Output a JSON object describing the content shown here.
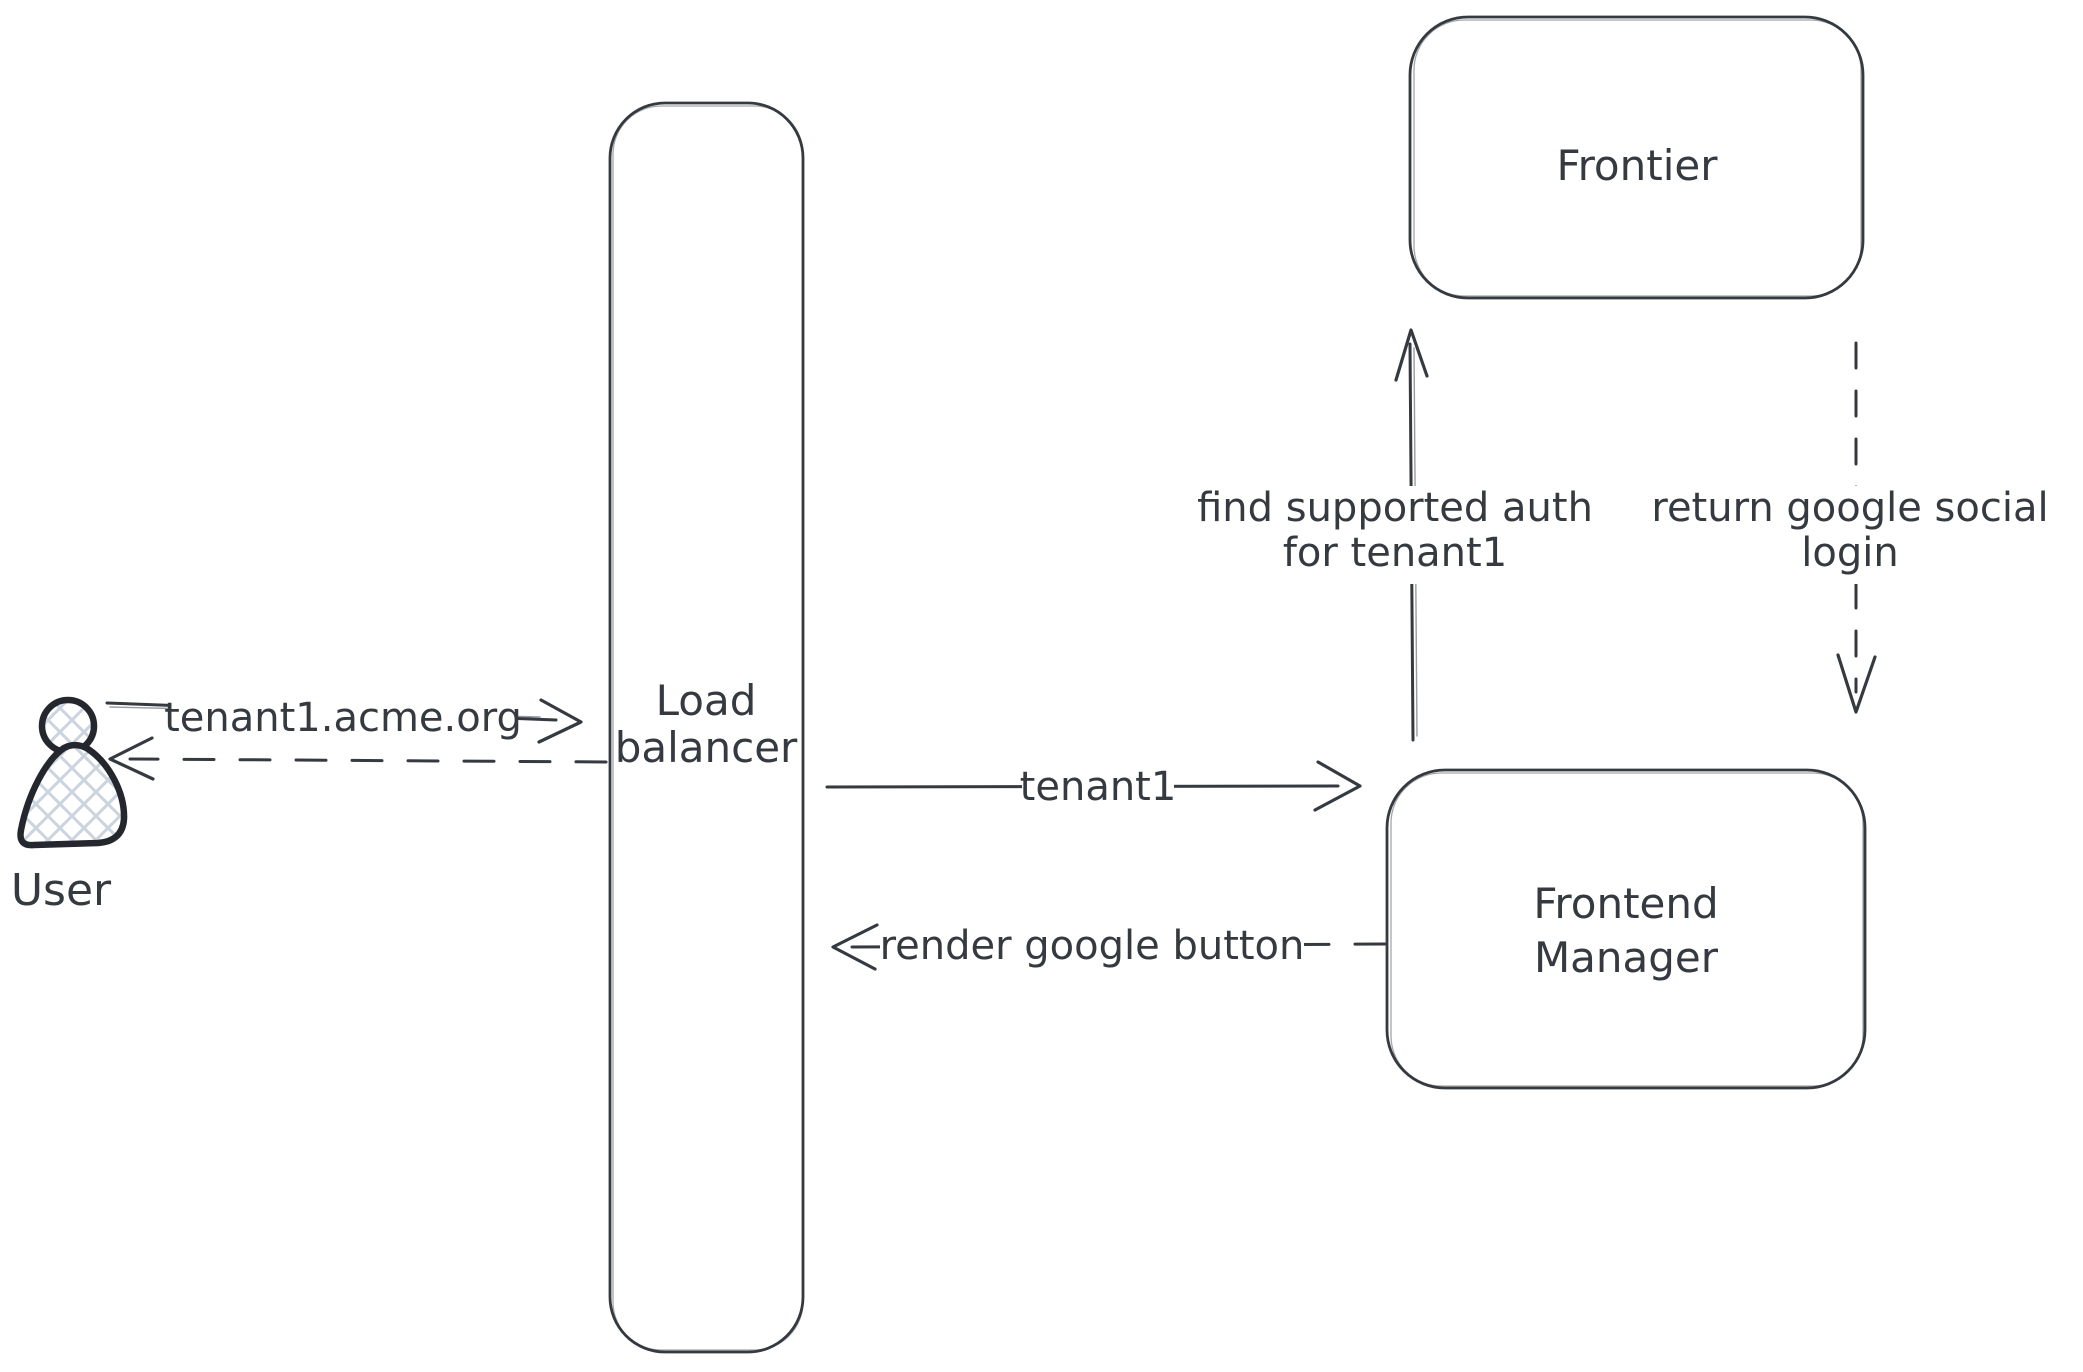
{
  "diagram": {
    "actor": {
      "user_label": "User"
    },
    "nodes": {
      "load_balancer": {
        "label_line1": "Load",
        "label_line2": "balancer"
      },
      "frontier": {
        "label": "Frontier"
      },
      "frontend_manager": {
        "label_line1": "Frontend",
        "label_line2": "Manager"
      }
    },
    "edges": {
      "request": {
        "label": "tenant1.acme.org",
        "style": "solid",
        "from": "user",
        "to": "load_balancer"
      },
      "response": {
        "label": "",
        "style": "dashed",
        "from": "load_balancer",
        "to": "user"
      },
      "tenant1": {
        "label": "tenant1",
        "style": "solid",
        "from": "load_balancer",
        "to": "frontend_manager"
      },
      "render_google": {
        "label": "render google button",
        "style": "dashed",
        "from": "frontend_manager",
        "to": "load_balancer"
      },
      "find_auth": {
        "label_line1": "find supported auth",
        "label_line2": "for tenant1",
        "style": "solid",
        "from": "frontend_manager",
        "to": "frontier"
      },
      "return_login": {
        "label_line1": "return google social",
        "label_line2": "login",
        "style": "dashed",
        "from": "frontier",
        "to": "frontend_manager"
      }
    },
    "colors": {
      "stroke": "#343a40",
      "person_stroke": "#24282e",
      "hatch": "#ccd5df",
      "canvas": "#ffffff"
    }
  }
}
